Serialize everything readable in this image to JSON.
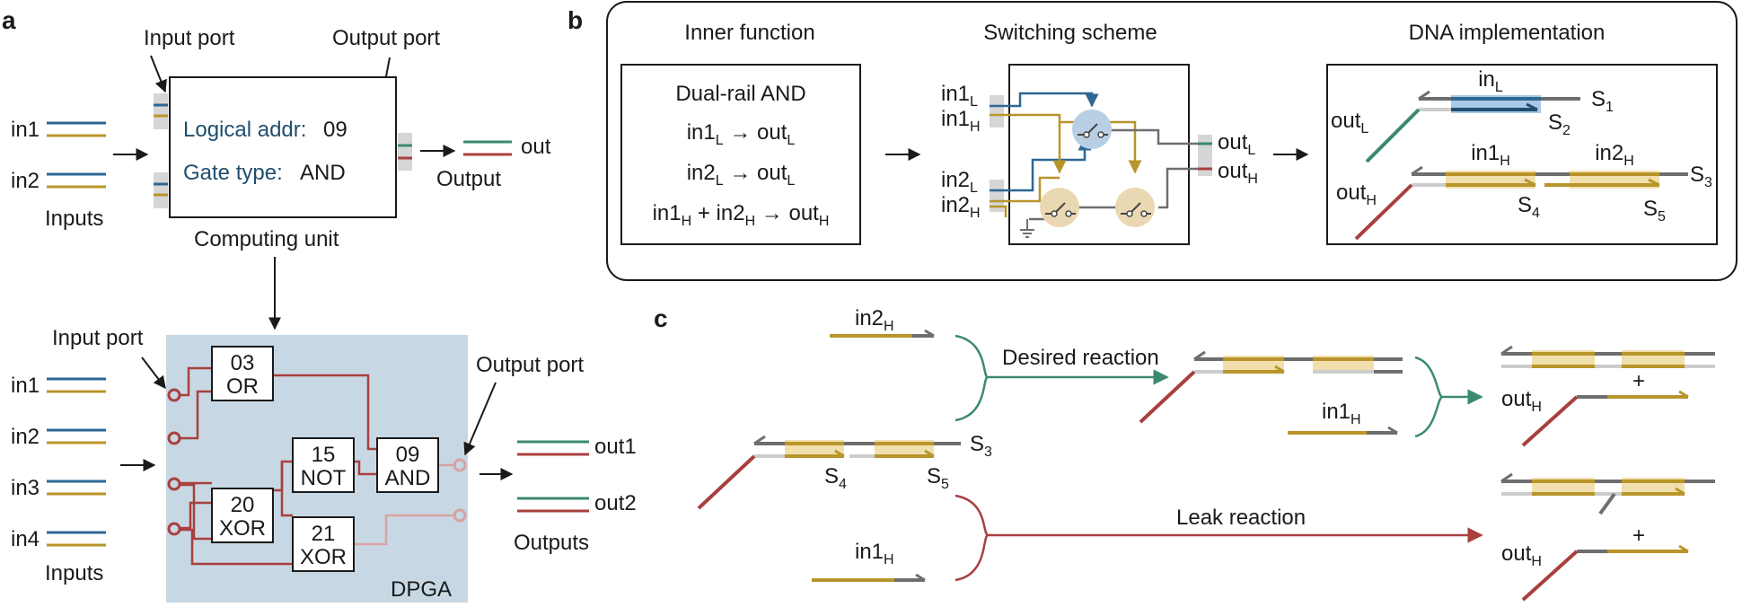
{
  "colors": {
    "blue": "#2e6794",
    "gold": "#b8952a",
    "green": "#3c8a6e",
    "red": "#a8403e",
    "pink": "#d9a2a0",
    "gray": "#6e6e6e",
    "lightgray": "#cccccc",
    "dpga_bg": "#c7d8e4",
    "highlight_gold": "#f2dfae",
    "highlight_blue": "#a9c9e6",
    "switch_blue": "#b8cfe3",
    "switch_gold": "#ead8b2"
  },
  "panel_a": {
    "letter": "a",
    "input_port_label": "Input port",
    "output_port_label": "Output port",
    "inputs_top": [
      "in1",
      "in2"
    ],
    "inputs_label": "Inputs",
    "logical_addr_label": "Logical addr:",
    "logical_addr_value": "09",
    "gate_type_label": "Gate type:",
    "gate_type_value": "AND",
    "computing_unit_label": "Computing unit",
    "out_label": "out",
    "output_label": "Output",
    "dpga": {
      "input_port_label": "Input port",
      "output_port_label": "Output port",
      "inputs": [
        "in1",
        "in2",
        "in3",
        "in4"
      ],
      "inputs_label": "Inputs",
      "gates": [
        {
          "addr": "03",
          "type": "OR"
        },
        {
          "addr": "15",
          "type": "NOT"
        },
        {
          "addr": "09",
          "type": "AND"
        },
        {
          "addr": "20",
          "type": "XOR"
        },
        {
          "addr": "21",
          "type": "XOR"
        }
      ],
      "outputs": [
        "out1",
        "out2"
      ],
      "outputs_label": "Outputs",
      "dpga_label": "DPGA"
    }
  },
  "panel_b": {
    "letter": "b",
    "inner_function": {
      "header": "Inner function",
      "title": "Dual-rail AND",
      "rules": [
        {
          "lhs": [
            [
              "in1",
              "L"
            ]
          ],
          "rhs": [
            "out",
            "L"
          ]
        },
        {
          "lhs": [
            [
              "in2",
              "L"
            ]
          ],
          "rhs": [
            "out",
            "L"
          ]
        },
        {
          "lhs": [
            [
              "in1",
              "H"
            ],
            [
              "in2",
              "H"
            ]
          ],
          "rhs": [
            "out",
            "H"
          ]
        }
      ]
    },
    "switching_scheme": {
      "header": "Switching scheme",
      "inputs": [
        [
          "in1",
          "L"
        ],
        [
          "in1",
          "H"
        ],
        [
          "in2",
          "L"
        ],
        [
          "in2",
          "H"
        ]
      ],
      "outputs": [
        [
          "out",
          "L"
        ],
        [
          "out",
          "H"
        ]
      ]
    },
    "dna_implementation": {
      "header": "DNA implementation",
      "labels": {
        "outL": [
          "out",
          "L"
        ],
        "inL": [
          "in",
          "L"
        ],
        "outH": [
          "out",
          "H"
        ],
        "in1H": [
          "in1",
          "H"
        ],
        "in2H": [
          "in2",
          "H"
        ],
        "S1": [
          "S",
          "1"
        ],
        "S2": [
          "S",
          "2"
        ],
        "S3": [
          "S",
          "3"
        ],
        "S4": [
          "S",
          "4"
        ],
        "S5": [
          "S",
          "5"
        ]
      }
    }
  },
  "panel_c": {
    "letter": "c",
    "in2H": [
      "in2",
      "H"
    ],
    "in1H_top": [
      "in1",
      "H"
    ],
    "in1H_bottom": [
      "in1",
      "H"
    ],
    "S3": [
      "S",
      "3"
    ],
    "S4": [
      "S",
      "4"
    ],
    "S5": [
      "S",
      "5"
    ],
    "desired_reaction": "Desired reaction",
    "leak_reaction": "Leak reaction",
    "outH_top": [
      "out",
      "H"
    ],
    "outH_bottom": [
      "out",
      "H"
    ],
    "plus": "+"
  }
}
